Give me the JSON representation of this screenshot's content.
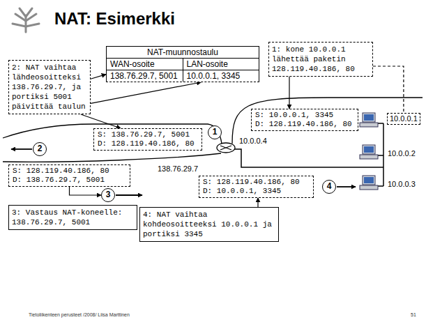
{
  "diagram": {
    "title": "NAT: Esimerkki",
    "nodes": [
      {
        "text": [
          "NAT-muunnostaulu",
          "WAN-osoite",
          "LAN-osoite",
          "138.76.29.7, 5001",
          "10.0.0.1, 3345"
        ]
      },
      {
        "text": [
          "2: NAT vaihtaa lähdeosoitteksi 138.76.29.7, ja portiksi 5001 päivittää taulun"
        ]
      },
      {
        "text": [
          "1: kone 10.0.0.1 lähettää paketin 128.119.40.186, 80"
        ]
      },
      {
        "text": [
          "S: 10.0.0.1, 3345",
          "D: 128.119.40.186, 80"
        ]
      },
      {
        "text": [
          "10.0.0.1"
        ]
      },
      {
        "text": [
          "1"
        ]
      },
      {
        "text": [
          "S: 138.76.29.7, 5001",
          "D: 128.119.40.186, 80"
        ]
      },
      {
        "text": [
          "2"
        ]
      },
      {
        "text": [
          "S: 128.119.40.186, 80",
          "D: 138.76.29.7, 5001"
        ]
      },
      {
        "text": [
          "3"
        ]
      },
      {
        "text": [
          "S: 128.119.40.186, 80",
          "D: 10.0.0.1, 3345"
        ]
      },
      {
        "text": [
          "4"
        ]
      },
      {
        "text": [
          "3: Vastaus NAT-koneelle: 138.76.29.7, 5001"
        ]
      },
      {
        "text": [
          "4: NAT vaihtaa kohdeosoitteeksi 10.0.0.1 ja portiksi 3345"
        ]
      }
    ],
    "edges": [
      {
        "from": 1,
        "to": 0,
        "arrow": "to"
      },
      {
        "from": 1,
        "to": 0,
        "arrow": "to"
      },
      {
        "from": 1,
        "to": 6,
        "arrow": "to"
      },
      {
        "from": 2,
        "to": 3,
        "arrow": "to"
      },
      {
        "from": 2,
        "to": 4,
        "arrow": "none"
      },
      {
        "from": 8,
        "to": 9,
        "arrow": "to"
      },
      {
        "from": 13,
        "to": 10,
        "arrow": "to"
      }
    ],
    "labels": [
      "10.0.0.4",
      "138.76.29.7",
      "10.0.0.2",
      "10.0.0.3",
      "Tietoliikenteen perusteet /2008/ Liisa Marttinen",
      "51"
    ]
  }
}
